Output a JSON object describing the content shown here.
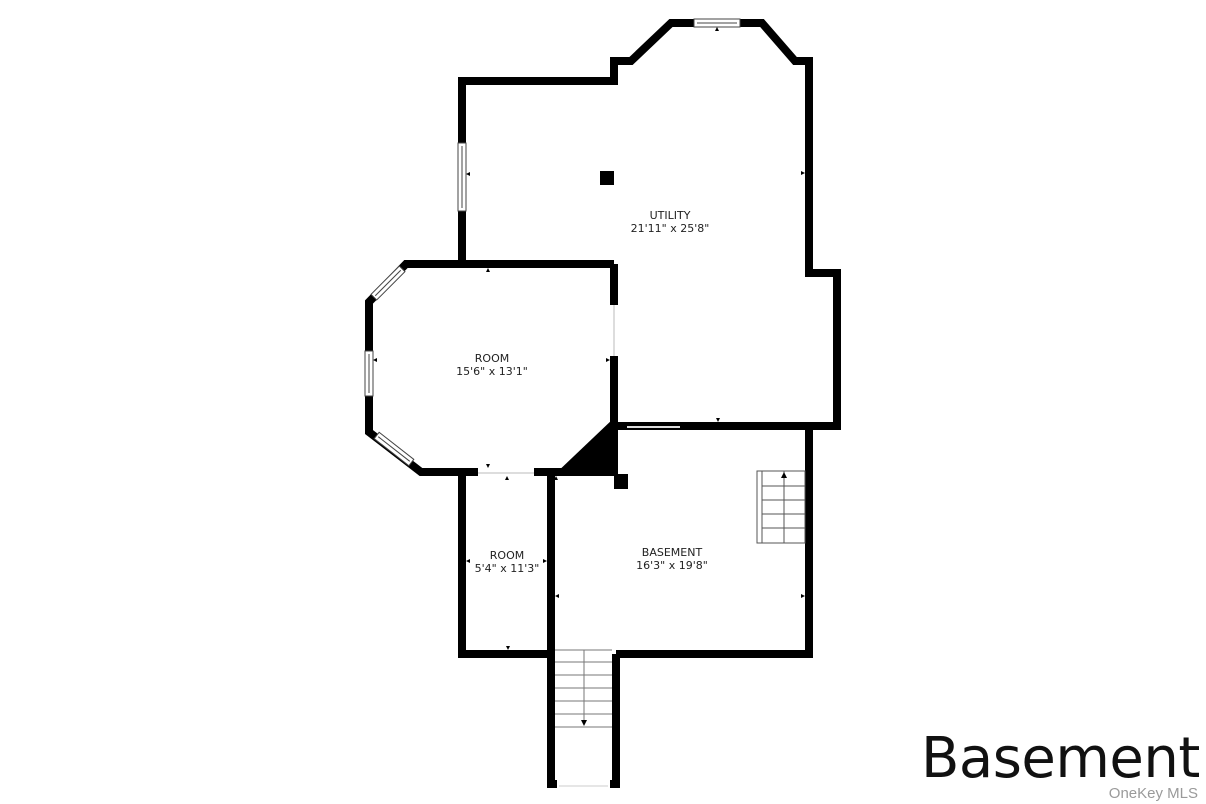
{
  "floor": {
    "title": "Basement"
  },
  "rooms": [
    {
      "name": "UTILITY",
      "dimensions": "21'11\" x 25'8\""
    },
    {
      "name": "ROOM",
      "dimensions": "15'6\" x 13'1\""
    },
    {
      "name": "ROOM",
      "dimensions": "5'4\" x 11'3\""
    },
    {
      "name": "BASEMENT",
      "dimensions": "16'3\" x 19'8\""
    }
  ],
  "watermark": "OneKey MLS",
  "colors": {
    "wall": "#000000",
    "background": "#ffffff",
    "window": "#ffffff",
    "watermark": "#9a9a9a"
  }
}
